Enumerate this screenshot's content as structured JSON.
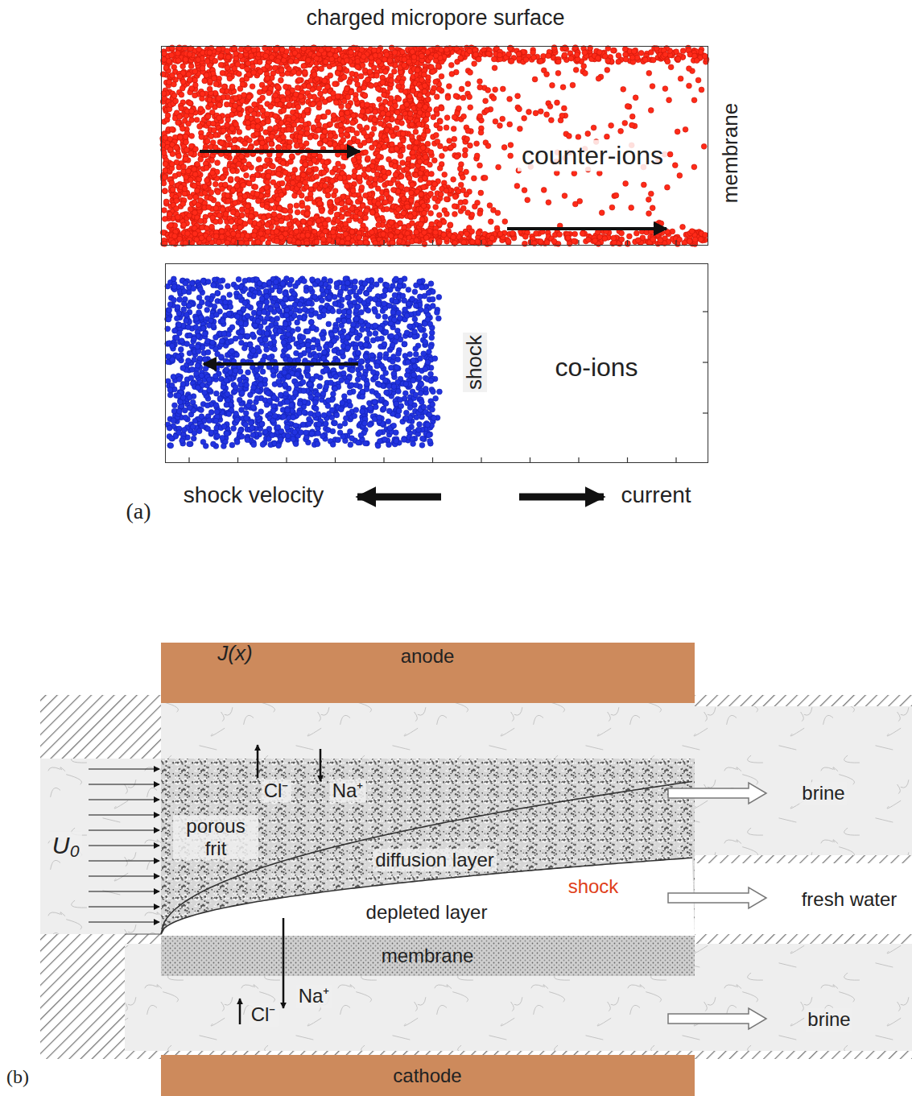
{
  "diagram": {
    "nodes": [
      {
        "text": [
          "charged micropore surface",
          "counter-ions"
        ]
      },
      {
        "text": [
          "co-ions"
        ]
      },
      {
        "text": [
          "anode"
        ]
      },
      {
        "text": [
          "membrane"
        ]
      },
      {
        "text": [
          "cathode"
        ]
      }
    ],
    "labels": [
      "membrane",
      "shock",
      "shock velocity",
      "current",
      "(a)",
      "J(x)",
      "U₀",
      "porous frit",
      "Cl⁻",
      "Na⁺",
      "diffusion layer",
      "shock",
      "depleted layer",
      "Na⁺",
      "Cl⁻",
      "brine",
      "fresh water",
      "brine",
      "(b)"
    ]
  }
}
